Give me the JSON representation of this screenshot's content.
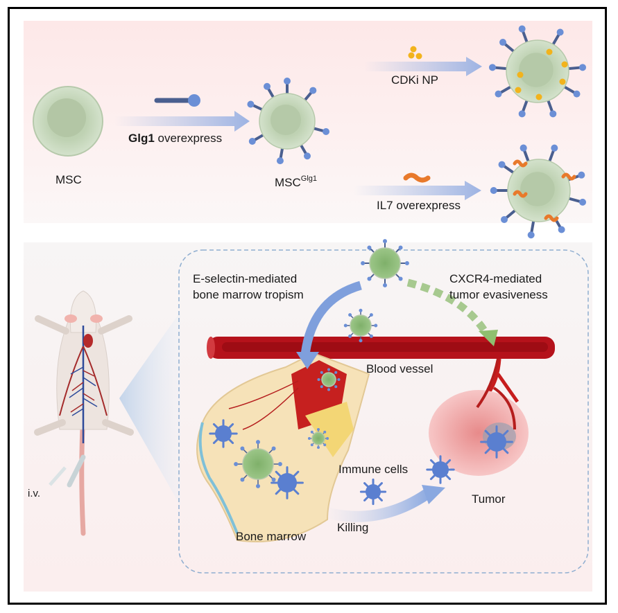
{
  "top": {
    "msc_label": "MSC",
    "glg1_bold": "Glg1",
    "glg1_rest": " overexpress",
    "msc_glg1_base": "MSC",
    "msc_glg1_sup": "Glg1",
    "cdki_label": "CDKi NP",
    "il7_label": "IL7 overexpress"
  },
  "bottom": {
    "eselectin_line1": "E-selectin-mediated",
    "eselectin_line2": "bone marrow tropism",
    "cxcr4_line1": "CXCR4-mediated",
    "cxcr4_line2": "tumor evasiveness",
    "blood_vessel": "Blood vessel",
    "immune_cells": "Immune cells",
    "tumor": "Tumor",
    "killing": "Killing",
    "bone_marrow": "Bone marrow",
    "iv": "i.v."
  },
  "colors": {
    "cell": "#c9d9bf",
    "nucleus": "#b5c9a8",
    "receptor": "#4a5f8f",
    "receptor_tip": "#6b8fd6",
    "np": "#f2b31c",
    "il7": "#e8792b",
    "vessel": "#b5121b",
    "immune": "#5a7fd0",
    "tumor": "#f3a9a9",
    "bone": "#f6e2b8"
  }
}
